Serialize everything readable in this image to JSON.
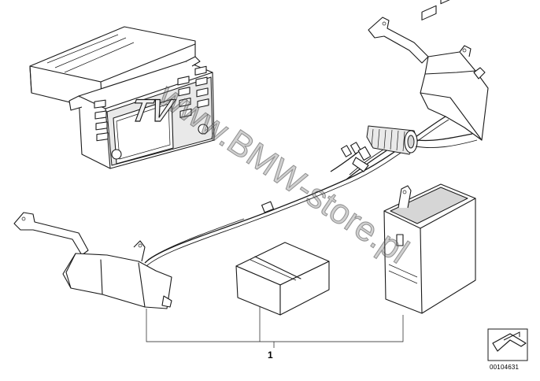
{
  "diagram": {
    "part_number": "1",
    "diagram_id": "00104631",
    "screen_label": "TV",
    "watermark": "www.BMW-store.pl"
  }
}
